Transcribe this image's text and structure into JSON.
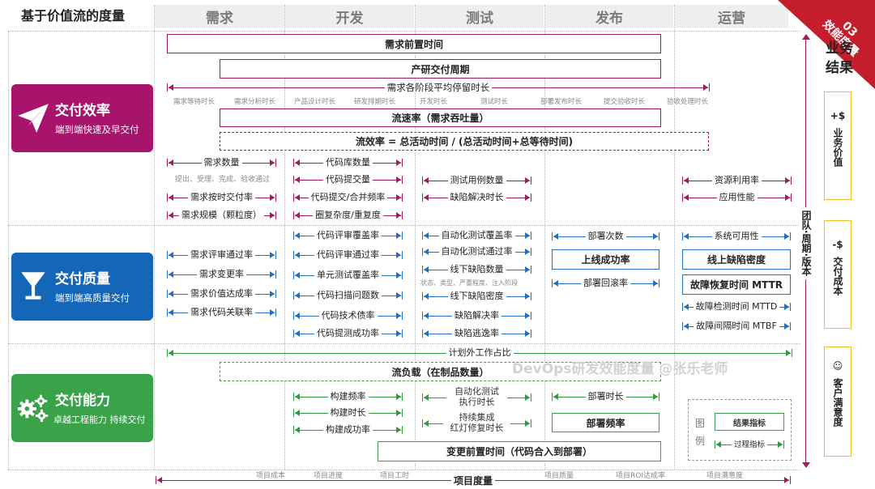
{
  "page_title": "基于价值流的度量",
  "stages": [
    "需求",
    "开发",
    "测试",
    "发布",
    "运营"
  ],
  "corner": {
    "label": "03\n效能度量",
    "line1": "03",
    "line2": "效能度量"
  },
  "business_result": "业务结果",
  "business_result_l1": "业务",
  "business_result_l2": "结果",
  "team_cycle_version": "团队·周期·版本",
  "categories": [
    {
      "title": "交付效率",
      "subtitle": "端到端快速及早交付",
      "color": "#a8136c",
      "icon": "paper-plane-icon"
    },
    {
      "title": "交付质量",
      "subtitle": "端到端高质量交付",
      "color": "#1466b8",
      "icon": "goblet-icon"
    },
    {
      "title": "交付能力",
      "subtitle": "卓越工程能力 持续交付",
      "color": "#3aa34a",
      "icon": "gears-icon"
    }
  ],
  "efficiency": {
    "demand_lead_time": "需求前置时间",
    "delivery_cycle": "产研交付周期",
    "stage_dwell": "需求各阶段平均停留时长",
    "stage_items": [
      "需求等待时长",
      "需求分析时长",
      "产品设计时长",
      "研发排期时长",
      "开发时长",
      "测试时长",
      "部署发布时长",
      "提交验收时长",
      "验收处理时长"
    ],
    "flow_rate": "流速率（需求吞吐量）",
    "flow_efficiency": "流效率 =  总活动时间 / (总活动时间+总等待时间)",
    "req_count": "需求数量",
    "req_count_sub": "提出、受理、完成、验收通过",
    "req_on_time": "需求按时交付率",
    "req_scale": "需求规模（颗粒度）",
    "repo_count": "代码库数量",
    "commit_count": "代码提交量",
    "commit_merge": "代码提交/合并频率",
    "complexity": "圈复杂度/重复度",
    "test_cases": "测试用例数量",
    "bug_fix_time": "缺陷解决时长",
    "resource_util": "资源利用率",
    "app_perf": "应用性能"
  },
  "quality": {
    "req_review": "需求评审通过率",
    "req_change": "需求变更率",
    "req_value": "需求价值达成率",
    "req_code_link": "需求代码关联率",
    "code_review_cov": "代码评审覆盖率",
    "code_review_pass": "代码评审通过率",
    "unit_test_cov": "单元测试覆盖率",
    "code_scan": "代码扫描问题数",
    "tech_debt": "代码技术债率",
    "code_commit_success": "代码提测成功率",
    "auto_test_cov": "自动化测试覆盖率",
    "auto_test_pass": "自动化测试通过率",
    "offline_bug_count": "线下缺陷数量",
    "offline_bug_sub": "状态、类型、严重程度、注入阶段",
    "offline_bug_density": "线下缺陷密度",
    "bug_resolve_rate": "缺陷解决率",
    "bug_escape_rate": "缺陷逃逸率",
    "deploy_count": "部署次数",
    "release_success": "上线成功率",
    "deploy_rollback": "部署回滚率",
    "sys_availability": "系统可用性",
    "online_bug_density": "线上缺陷密度",
    "mttr": "故障恢复时间 MTTR",
    "mttd": "故障检测时间 MTTD",
    "mtbf": "故障间隔时间 MTBF"
  },
  "capability": {
    "unplanned_work": "计划外工作占比",
    "wip_load": "流负载（在制品数量）",
    "build_freq": "构建频率",
    "build_time": "构建时长",
    "build_success": "构建成功率",
    "auto_test_time_1": "自动化测试",
    "auto_test_time_2": "执行时长",
    "ci_fix_1": "持续集成",
    "ci_fix_2": "红灯修复时长",
    "deploy_time": "部署时长",
    "deploy_freq": "部署频率",
    "change_lead_time": "变更前置时间（代码合入到部署）"
  },
  "legend": {
    "label_1": "图",
    "label_2": "例",
    "result": "结果指标",
    "process": "过程指标"
  },
  "watermark": "DevOps研发效能度量 @张乐老师",
  "right_panel": [
    {
      "symbol": "+$",
      "text": "业务价值"
    },
    {
      "symbol": "-$",
      "text": "交付成本"
    },
    {
      "symbol": "☺",
      "text": "客户满意度"
    }
  ],
  "project": {
    "title": "项目度量",
    "items": [
      "项目成本",
      "项目进度",
      "项目工时",
      "项目质量",
      "项目ROI达成率",
      "项目满意度"
    ]
  },
  "colors": {
    "magenta": "#a01a5e",
    "blue": "#1f6fc7",
    "green": "#3aa34a",
    "corner": "#c41e2c",
    "gold": "#f0c020"
  }
}
